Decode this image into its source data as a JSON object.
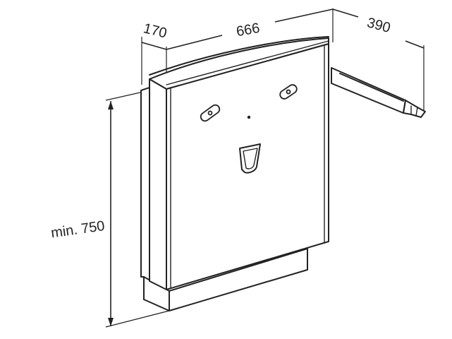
{
  "diagram": {
    "subject": "wall-mounted cistern / panel unit with telescopic support arm",
    "dimensions": {
      "depth": "170",
      "width": "666",
      "arm_length": "390",
      "height": "min. 750"
    }
  },
  "colors": {
    "line": "#222222",
    "background": "#ffffff"
  }
}
